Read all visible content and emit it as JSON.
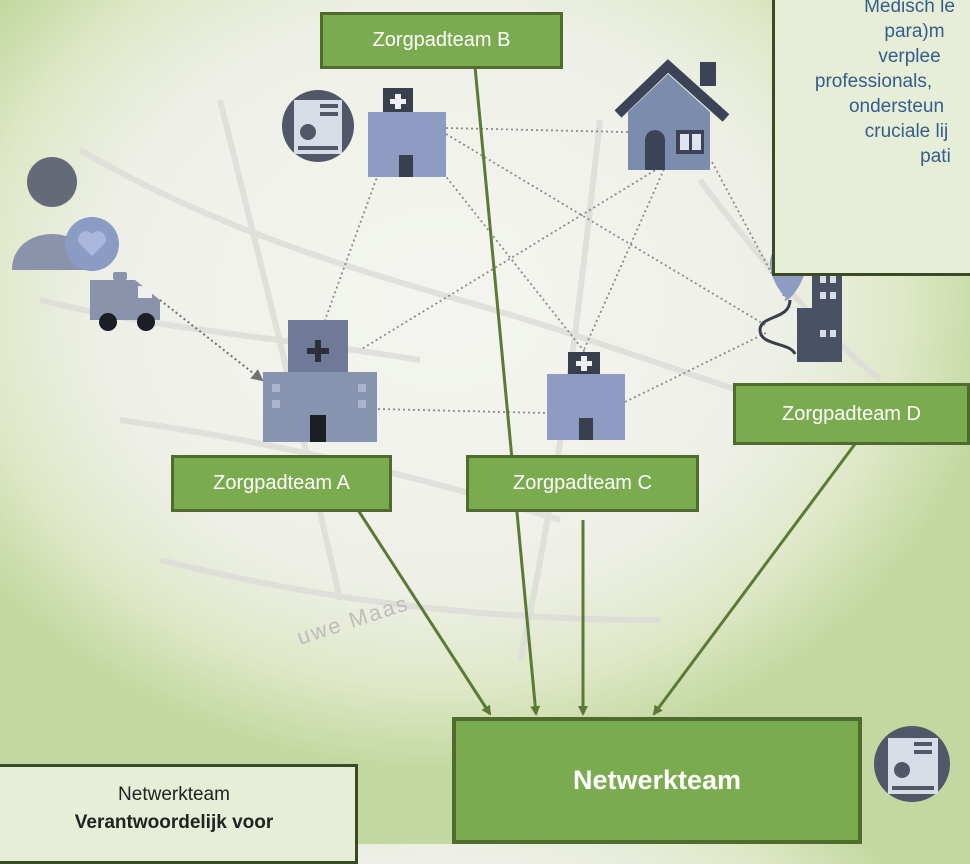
{
  "teams": {
    "a": "Zorgpadteam A",
    "b": "Zorgpadteam B",
    "c": "Zorgpadteam C",
    "d": "Zorgpadteam D",
    "network": "Netwerkteam"
  },
  "top_note": {
    "lines": [
      "Medisch le",
      "para)m",
      "verplee",
      "professionals,",
      "ondersteun",
      "cruciale lij",
      "pati"
    ]
  },
  "bottom_note": {
    "line1": "Netwerkteam",
    "line2": "Verantwoordelijk voor"
  },
  "map_label": "uwe Maas",
  "colors": {
    "box_fill": "#7bab4f",
    "box_border": "#4f6b2e",
    "arrow": "#5b7a34",
    "icon": "#7c8cac",
    "note_text": "#345c8c"
  },
  "icons": [
    "person-heart-icon",
    "ambulance-icon",
    "hospital-large-icon",
    "hospital-top-icon",
    "report-icon",
    "house-icon",
    "clinic-location-icon",
    "hospital-middle-icon",
    "report-icon"
  ]
}
